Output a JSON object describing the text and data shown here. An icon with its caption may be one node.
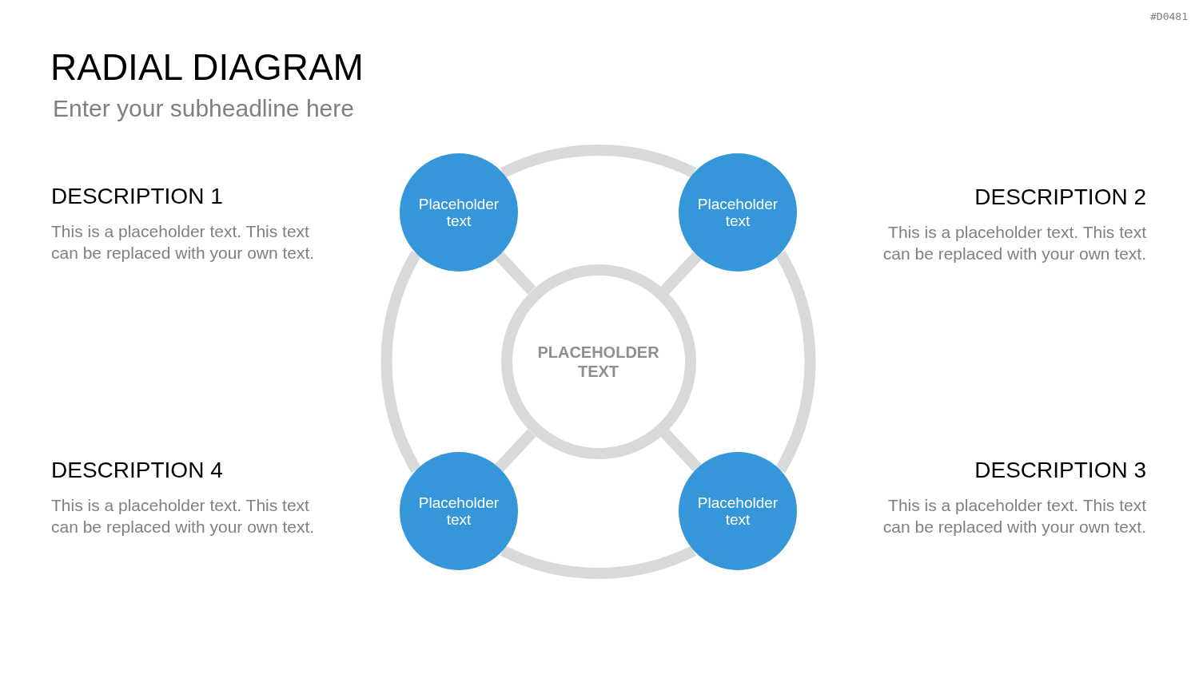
{
  "diagram": {
    "title": "RADIAL DIAGRAM",
    "nodes": [
      {
        "text": [
          "Placeholder text"
        ]
      },
      {
        "text": [
          "Placeholder text"
        ]
      },
      {
        "text": [
          "PLACEHOLDER TEXT"
        ]
      },
      {
        "text": [
          "Placeholder text"
        ]
      },
      {
        "text": [
          "Placeholder text"
        ]
      }
    ],
    "edges": [
      {
        "from": 2,
        "to": 0,
        "arrow": "none"
      },
      {
        "from": 2,
        "to": 1,
        "arrow": "none"
      },
      {
        "from": 2,
        "to": 3,
        "arrow": "none"
      },
      {
        "from": 2,
        "to": 4,
        "arrow": "none"
      },
      {
        "from": 0,
        "to": 1,
        "arrow": "none"
      },
      {
        "from": 1,
        "to": 4,
        "arrow": "none"
      },
      {
        "from": 4,
        "to": 3,
        "arrow": "none"
      },
      {
        "from": 3,
        "to": 0,
        "arrow": "none"
      }
    ],
    "labels": [
      "#D0481",
      "Enter your subheadline here",
      "DESCRIPTION 1",
      "This is a placeholder text. This text can be replaced with your own text.",
      "DESCRIPTION 2",
      "This is a placeholder text. This text can be replaced with your own text.",
      "DESCRIPTION 4",
      "This is a placeholder text. This text can be replaced with your own text.",
      "DESCRIPTION 3",
      "This is a placeholder text. This text can be replaced with your own text."
    ]
  }
}
